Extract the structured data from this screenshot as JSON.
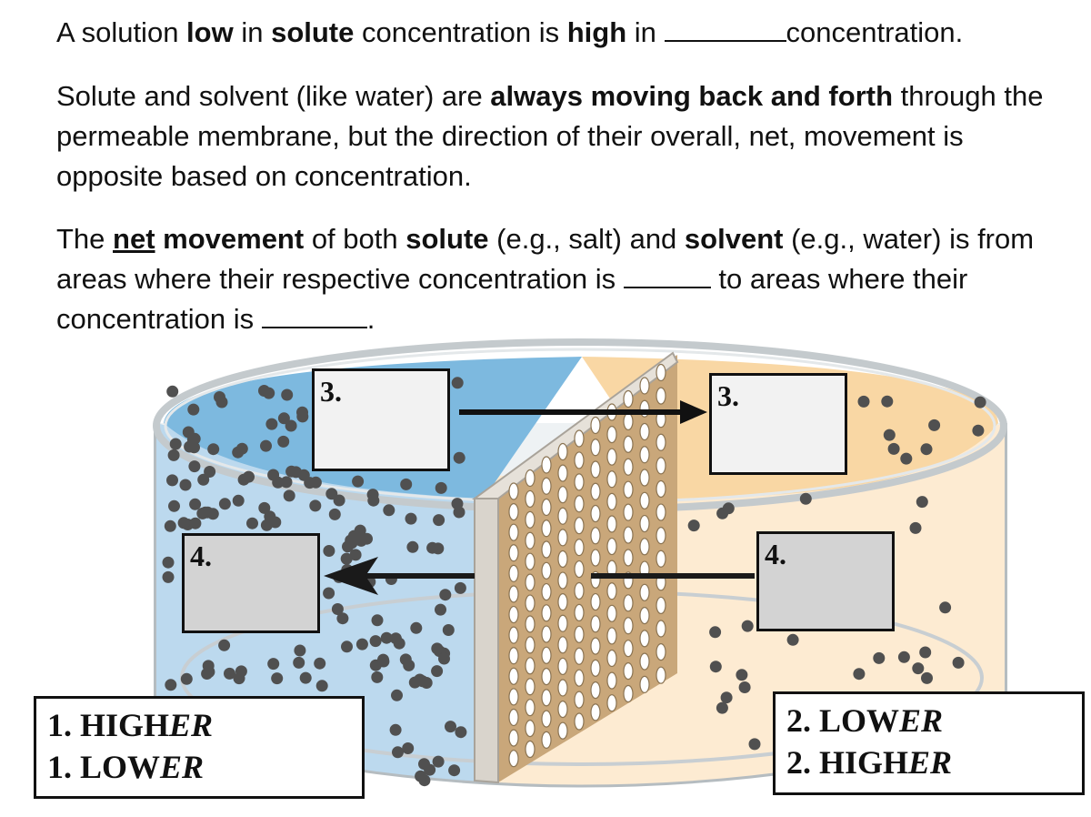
{
  "text": {
    "p1": {
      "a": "A solution ",
      "low": "low",
      "b": " in ",
      "solute": "solute",
      "c": " concentration is ",
      "high": "high",
      "d": " in ",
      "e": "concentration."
    },
    "p2": {
      "a": "Solute and solvent (like water) are ",
      "bold": "always moving back and forth",
      "b": " through the permeable membrane, but the direction of their overall, net, movement is opposite based on concentration."
    },
    "p3": {
      "a": "The ",
      "net": "net",
      "movement": " movement",
      "b": " of both ",
      "solute": "solute",
      "c": " (e.g., salt) and ",
      "solvent": "solvent",
      "d": " (e.g., water) is from areas where their respective concentration is ",
      "e": " to areas where their concentration is ",
      "f": "."
    }
  },
  "boxes": {
    "top_left": "3.",
    "top_right": "3.",
    "mid_left": "4.",
    "mid_right": "4."
  },
  "answers": {
    "left": {
      "line1_num": "1.",
      "line1_word": "HIGH",
      "line1_suffix": "ER",
      "line2_num": "1.",
      "line2_word": "LOW",
      "line2_suffix": "ER"
    },
    "right": {
      "line1_num": "2.",
      "line1_word": "LOW",
      "line1_suffix": "ER",
      "line2_num": "2.",
      "line2_word": "HIGH",
      "line2_suffix": "ER"
    }
  },
  "colors": {
    "left_solution": "#bcd9ee",
    "left_surface": "#7db9df",
    "right_solution": "#fdebd2",
    "right_surface": "#f9d7a4",
    "membrane": "#c9a77a",
    "particle": "#505050"
  }
}
